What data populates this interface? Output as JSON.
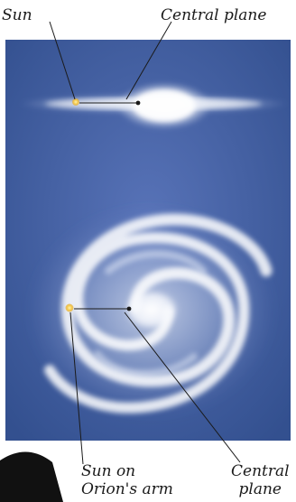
{
  "labels": {
    "sun": "Sun",
    "central_plane": "Central plane",
    "sun_on_orion_line1": "Sun on",
    "sun_on_orion_line2": "Orion's arm",
    "central_plane2_line1": "Central",
    "central_plane2_line2": "plane"
  },
  "colors": {
    "panel_background": "#3e5aa0",
    "galaxy_glow": "#ffffff",
    "sun_marker": "#f4c84a",
    "leader_line": "#1a1a1a"
  }
}
